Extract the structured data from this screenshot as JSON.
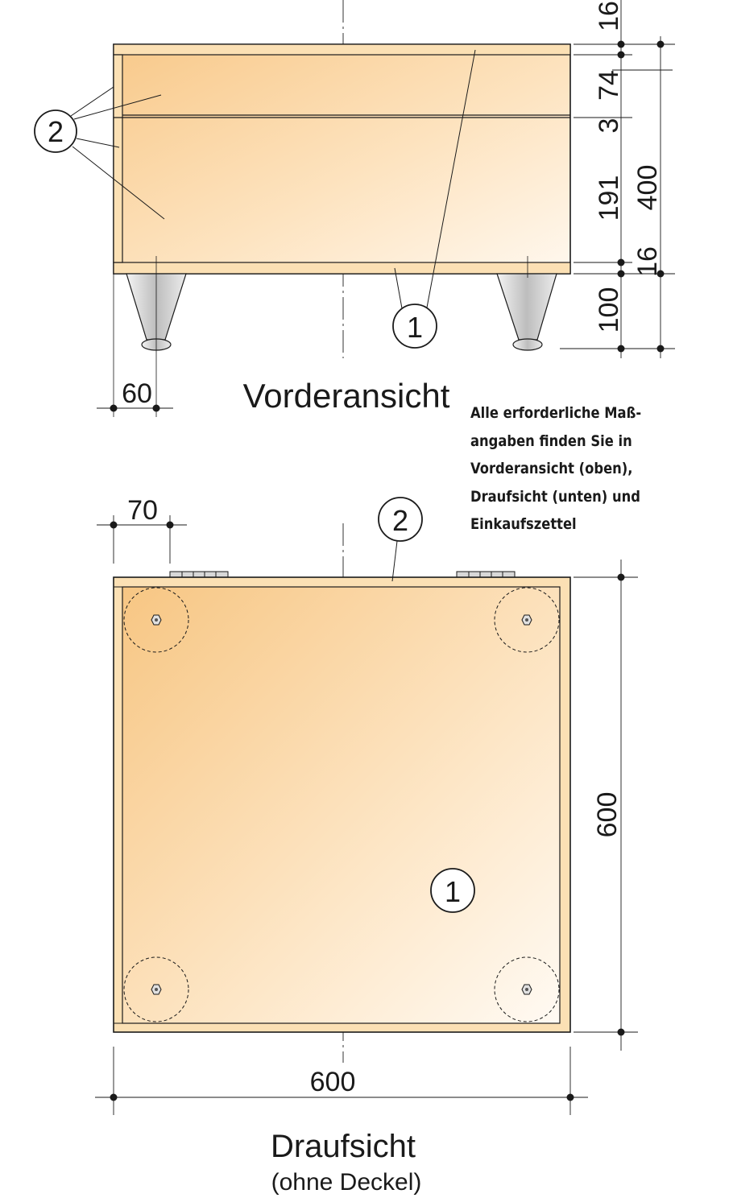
{
  "front_view": {
    "title": "Vorderansicht",
    "dimensions_vertical": [
      "16",
      "74",
      "3",
      "191",
      "16",
      "100"
    ],
    "dimension_total": "400",
    "dimension_leg_offset": "60",
    "callouts": [
      "2",
      "1"
    ]
  },
  "top_view": {
    "title": "Draufsicht",
    "subtitle": "(ohne Deckel)",
    "dimension_width": "600",
    "dimension_depth": "600",
    "dimension_hinge_offset": "70",
    "callouts": [
      "2",
      "1"
    ]
  },
  "note": {
    "lines": [
      "Alle erforderliche Maß-",
      "angaben finden Sie in",
      "Vorderansicht (oben),",
      "Draufsicht (unten) und",
      "Einkaufszettel"
    ]
  },
  "colors": {
    "wood_dark": "#f7c989",
    "wood_light": "#fff6ea",
    "edge": "#fbe0b4",
    "line": "#1a1a1a",
    "leg": "#c8c8c8"
  }
}
